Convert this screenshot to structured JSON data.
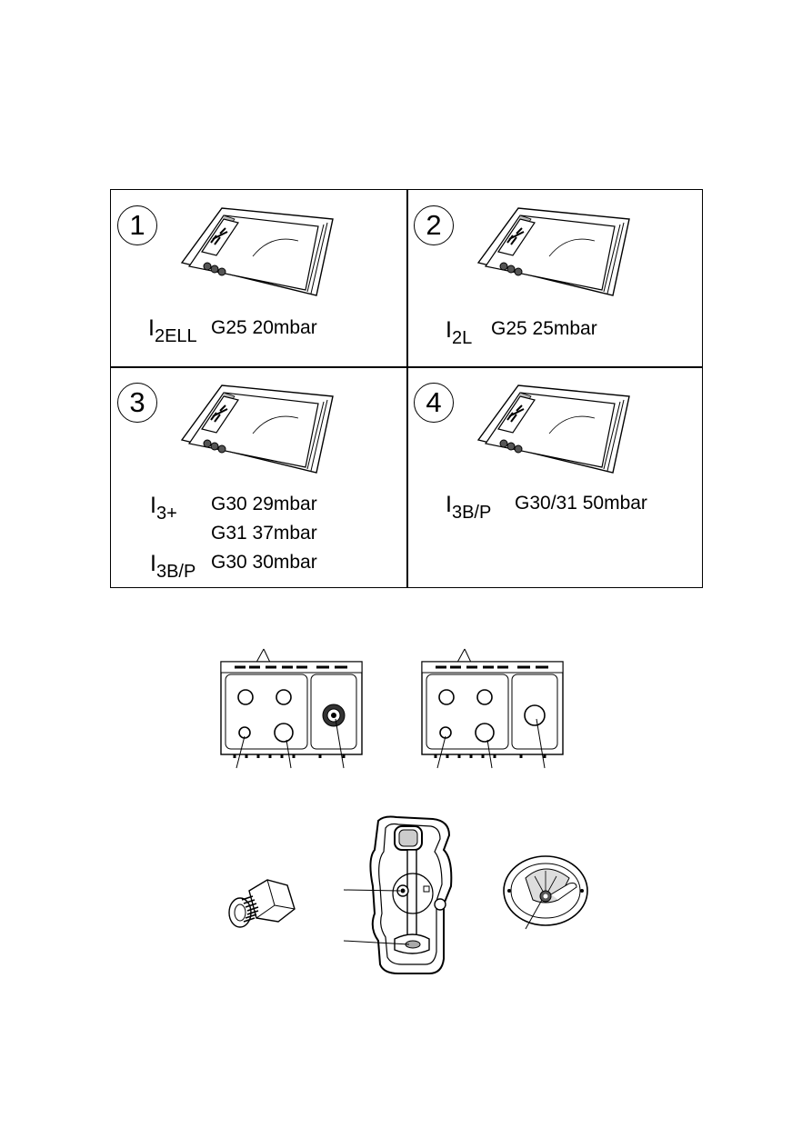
{
  "panels": [
    {
      "number": "1",
      "category": "I",
      "category_sub": "2ELL",
      "gas_lines": [
        "G25 20mbar"
      ]
    },
    {
      "number": "2",
      "category": "I",
      "category_sub": "2L",
      "gas_lines": [
        "G25 25mbar"
      ]
    },
    {
      "number": "3",
      "category": "I",
      "category_sub": "3+",
      "gas_lines": [
        "G30 29mbar",
        "G31 37mbar"
      ],
      "category2": "I",
      "category2_sub": "3B/P",
      "gas_line2": "G30 30mbar"
    },
    {
      "number": "4",
      "category": "I",
      "category_sub": "3B/P",
      "gas_lines": [
        "G30/31 50mbar"
      ]
    }
  ],
  "icons": [
    "injector-bag-icon",
    "hob-diagram-icon",
    "injector-nut-icon",
    "burner-base-icon",
    "wok-burner-icon"
  ]
}
